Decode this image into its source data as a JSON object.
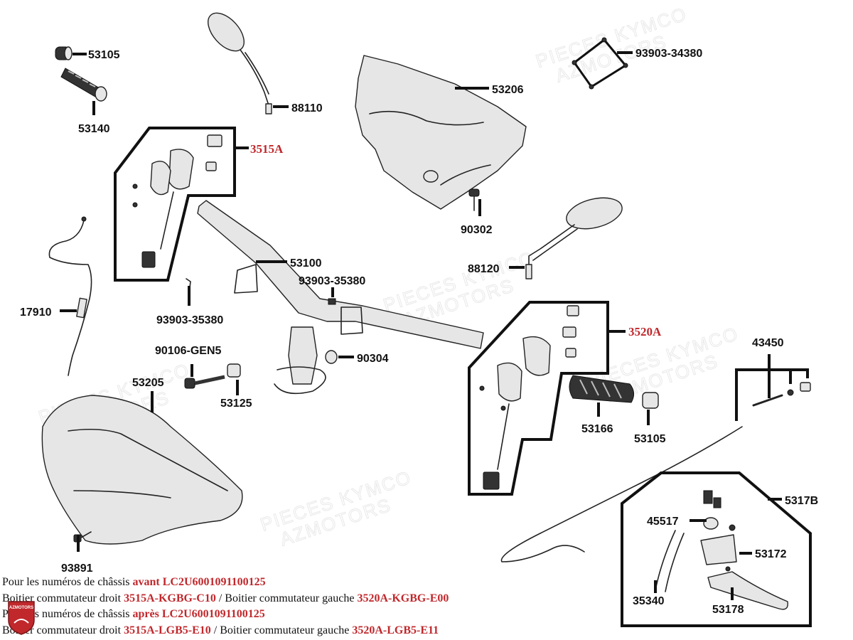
{
  "brand_color": "#c0282c",
  "watermark": {
    "line1": "PIECES KYMCO",
    "line2": "AZMOTORS"
  },
  "labels": {
    "p53105a": "53105",
    "p53140": "53140",
    "p88110": "88110",
    "p53206": "53206",
    "p93903_34380": "93903-34380",
    "g3515A": "3515A",
    "p90302": "90302",
    "p88120": "88120",
    "p53100": "53100",
    "p93903_35380a": "93903-35380",
    "p93903_35380b": "93903-35380",
    "p17910": "17910",
    "p90106": "90106-GEN5",
    "p90304": "90304",
    "g3520A": "3520A",
    "p43450": "43450",
    "p53205": "53205",
    "p53125": "53125",
    "p53166": "53166",
    "p53105b": "53105",
    "p5317B": "5317B",
    "p45517": "45517",
    "p53172": "53172",
    "p35340": "35340",
    "p53178": "53178",
    "p93891": "93891"
  },
  "notes": [
    {
      "prefix": "Pour les numéros de châssis ",
      "red1": "avant LC2U6001091100125",
      "mid": "",
      "red2": ""
    },
    {
      "prefix": "Boitier commutateur droit ",
      "red1": "3515A-KGBG-C10",
      "mid": " / Boitier commutateur gauche ",
      "red2": "3520A-KGBG-E00"
    },
    {
      "prefix": "Pour les numéros de châssis ",
      "red1": "après LC2U6001091100125",
      "mid": "",
      "red2": ""
    },
    {
      "prefix": "Boitier commutateur droit ",
      "red1": "3515A-LGB5-E10",
      "mid": " / Boitier commutateur gauche ",
      "red2": "3520A-LGB5-E11"
    }
  ],
  "logo_text": "AZMOTORS"
}
